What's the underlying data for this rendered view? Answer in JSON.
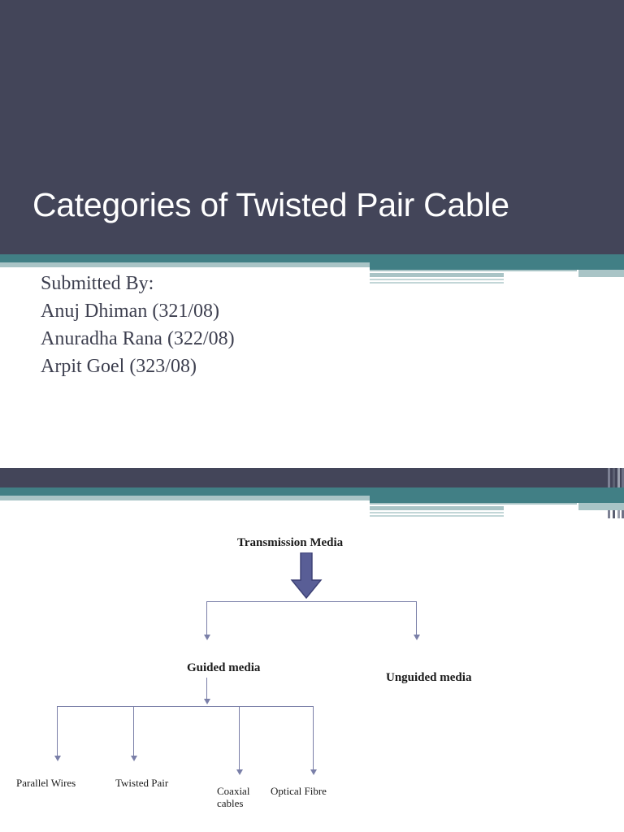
{
  "slide_one": {
    "title": "Categories of Twisted Pair Cable",
    "submitted_label": "Submitted By:",
    "authors": [
      "Anuj Dhiman (321/08)",
      "Anuradha Rana (322/08)",
      "Arpit Goel (323/08)"
    ]
  },
  "slide_two": {
    "diagram": {
      "root": "Transmission Media",
      "branches": [
        "Guided media",
        "Unguided media"
      ],
      "leaves": [
        "Parallel Wires",
        "Twisted Pair",
        "Coaxial\ncables",
        "Optical Fibre"
      ]
    }
  },
  "colors": {
    "navy": "#434559",
    "teal": "#417f85",
    "pale_teal": "#a9c4c6",
    "arrow_fill": "#595e96",
    "arrow_stroke": "#3b3f73",
    "connector": "#7a7fa8",
    "title_text": "#ffffff",
    "body_text": "#3d3f4f"
  }
}
